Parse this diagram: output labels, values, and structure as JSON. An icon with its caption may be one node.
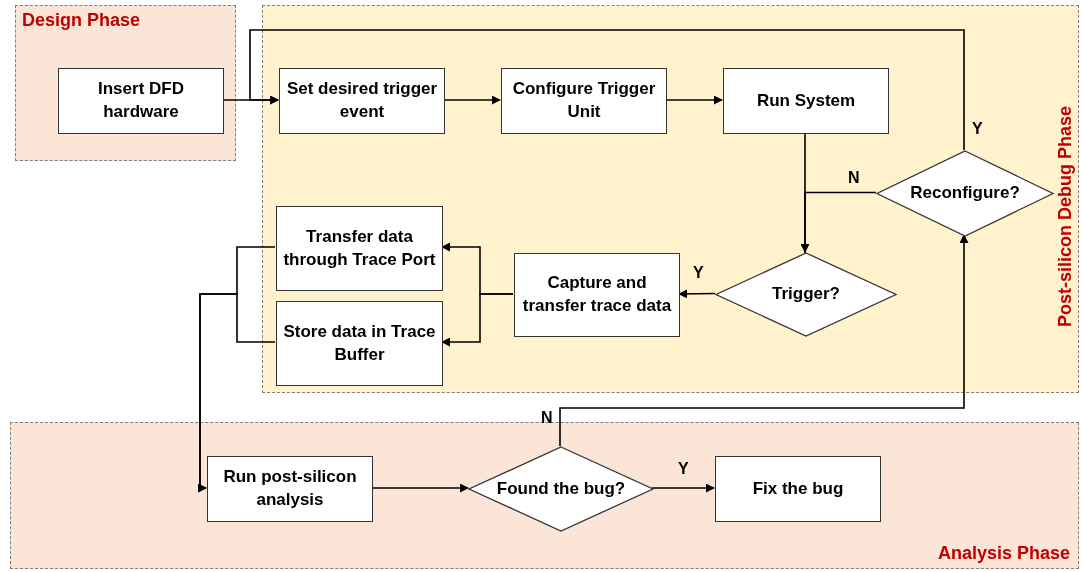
{
  "diagram": {
    "nodes": [
      {
        "text": [
          "Design Phase"
        ]
      },
      {
        "text": [
          "Post-silicon Debug Phase"
        ]
      },
      {
        "text": [
          "Analysis Phase"
        ]
      },
      {
        "text": [
          "Insert DFD hardware"
        ],
        "in": 0
      },
      {
        "text": [
          "Set desired trigger event"
        ],
        "in": 1
      },
      {
        "text": [
          "Configure Trigger Unit"
        ],
        "in": 1
      },
      {
        "text": [
          "Run System"
        ],
        "in": 1
      },
      {
        "text": [
          "Reconfigure?"
        ],
        "in": 1
      },
      {
        "text": [
          "Trigger?"
        ],
        "in": 1
      },
      {
        "text": [
          "Capture and transfer trace data"
        ],
        "in": 1
      },
      {
        "text": [
          "Transfer data through Trace Port"
        ],
        "in": 1
      },
      {
        "text": [
          "Store data in Trace Buffer"
        ],
        "in": 1
      },
      {
        "text": [
          "Run post-silicon analysis"
        ],
        "in": 2
      },
      {
        "text": [
          "Found the bug?"
        ],
        "in": 2
      },
      {
        "text": [
          "Fix the bug"
        ],
        "in": 2
      }
    ],
    "edges": [
      {
        "from": 3,
        "to": 4,
        "arrow": "to"
      },
      {
        "from": 4,
        "to": 5,
        "arrow": "to"
      },
      {
        "from": 5,
        "to": 6,
        "arrow": "to"
      },
      {
        "from": 6,
        "to": 8,
        "arrow": "to"
      },
      {
        "from": 7,
        "to": 4,
        "arrow": "to",
        "label": "Y"
      },
      {
        "from": 7,
        "to": 8,
        "arrow": "to",
        "label": "N"
      },
      {
        "from": 8,
        "to": 9,
        "arrow": "to",
        "label": "Y"
      },
      {
        "from": 9,
        "to": 10,
        "arrow": "to"
      },
      {
        "from": 9,
        "to": 11,
        "arrow": "to"
      },
      {
        "from": 10,
        "to": 12,
        "arrow": "to"
      },
      {
        "from": 11,
        "to": 12,
        "arrow": "to"
      },
      {
        "from": 12,
        "to": 13,
        "arrow": "to"
      },
      {
        "from": 13,
        "to": 14,
        "arrow": "to",
        "label": "Y"
      },
      {
        "from": 13,
        "to": 7,
        "arrow": "to",
        "label": "N"
      }
    ]
  }
}
